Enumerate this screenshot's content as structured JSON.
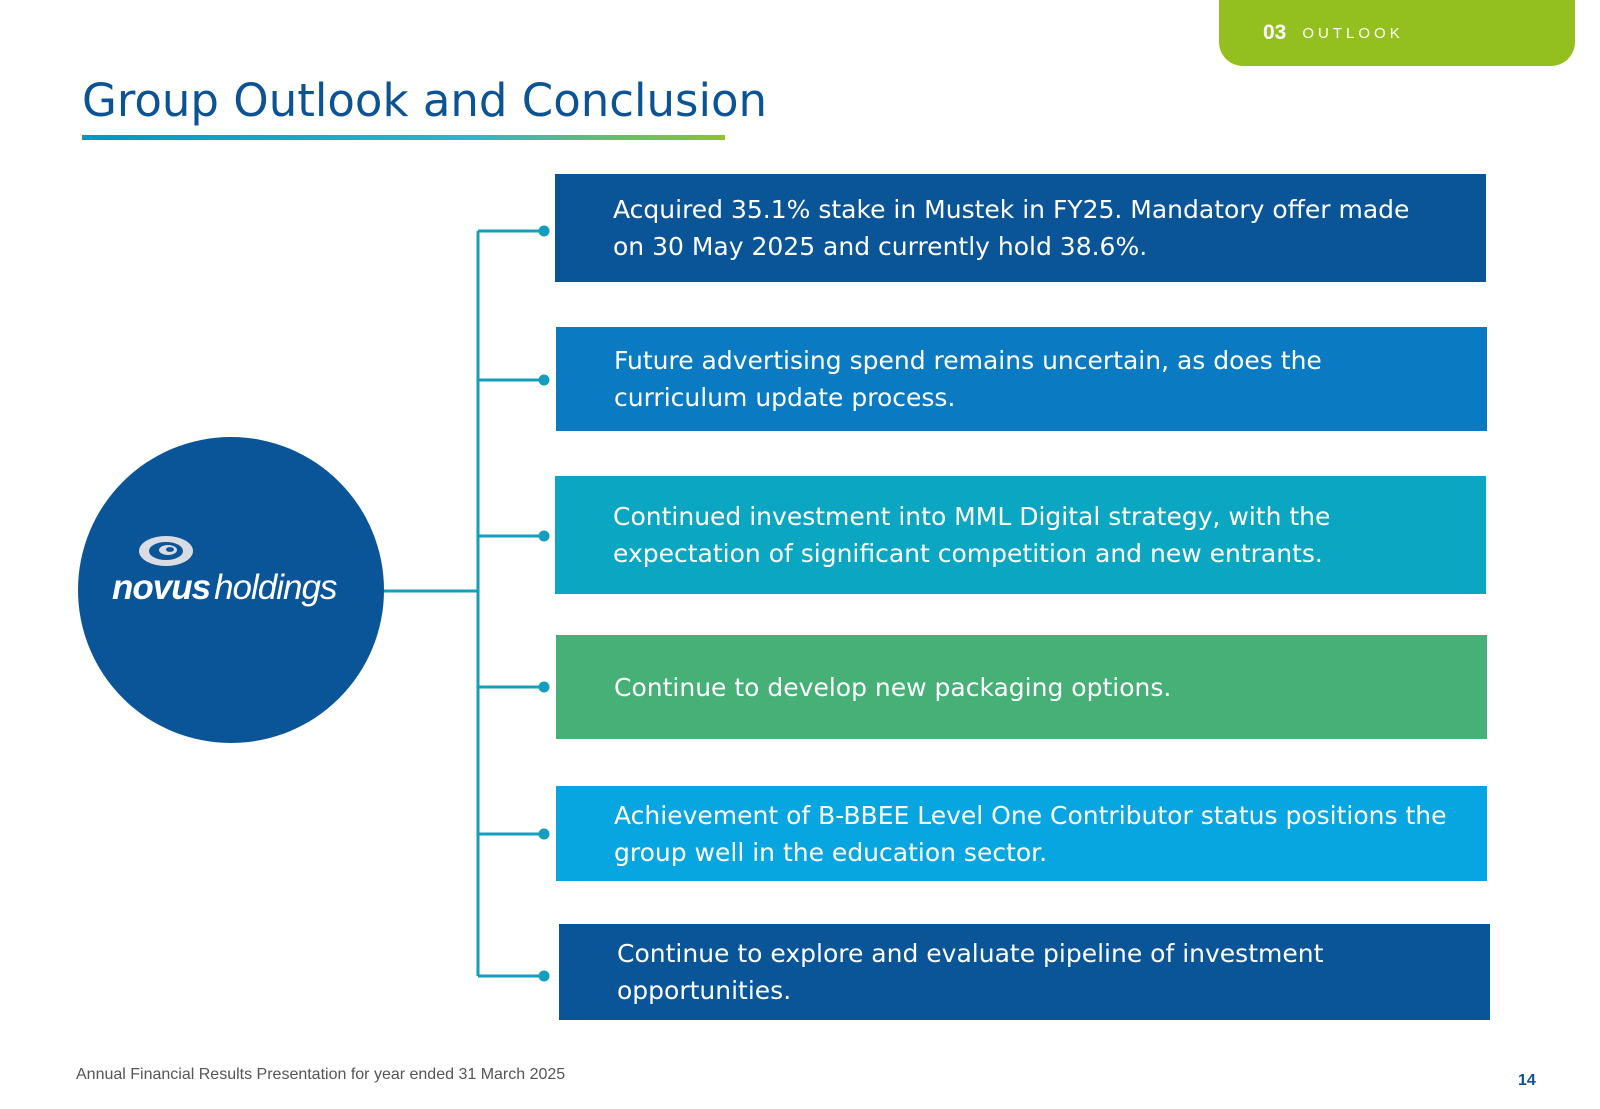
{
  "section": {
    "number": "03",
    "label": "OUTLOOK"
  },
  "title": "Group Outlook and Conclusion",
  "logo": {
    "name_bold": "novus",
    "name_regular": "holdings"
  },
  "items": [
    {
      "text": " Acquired 35.1% stake in Mustek in FY25. Mandatory offer made on 30 May 2025 and currently hold 38.6%.",
      "color": "#0a5598"
    },
    {
      "text": " Future advertising spend remains uncertain, as does the curriculum update process.",
      "color": "#0a7bc2"
    },
    {
      "text": "Continued investment into MML Digital strategy, with the expectation of significant competition and new entrants.",
      "color": "#0aa6c2"
    },
    {
      "text": "Continue to develop new packaging options.",
      "color": "#46b077"
    },
    {
      "text": "Achievement of B-BBEE Level One Contributor status positions the group well in the education sector.",
      "color": "#07a6e1"
    },
    {
      "text": "Continue to explore and evaluate pipeline of investment opportunities.",
      "color": "#0a5598"
    }
  ],
  "connector_color": "#149dbd",
  "footer": "Annual Financial Results Presentation for year ended 31 March 2025",
  "page_number": "14"
}
